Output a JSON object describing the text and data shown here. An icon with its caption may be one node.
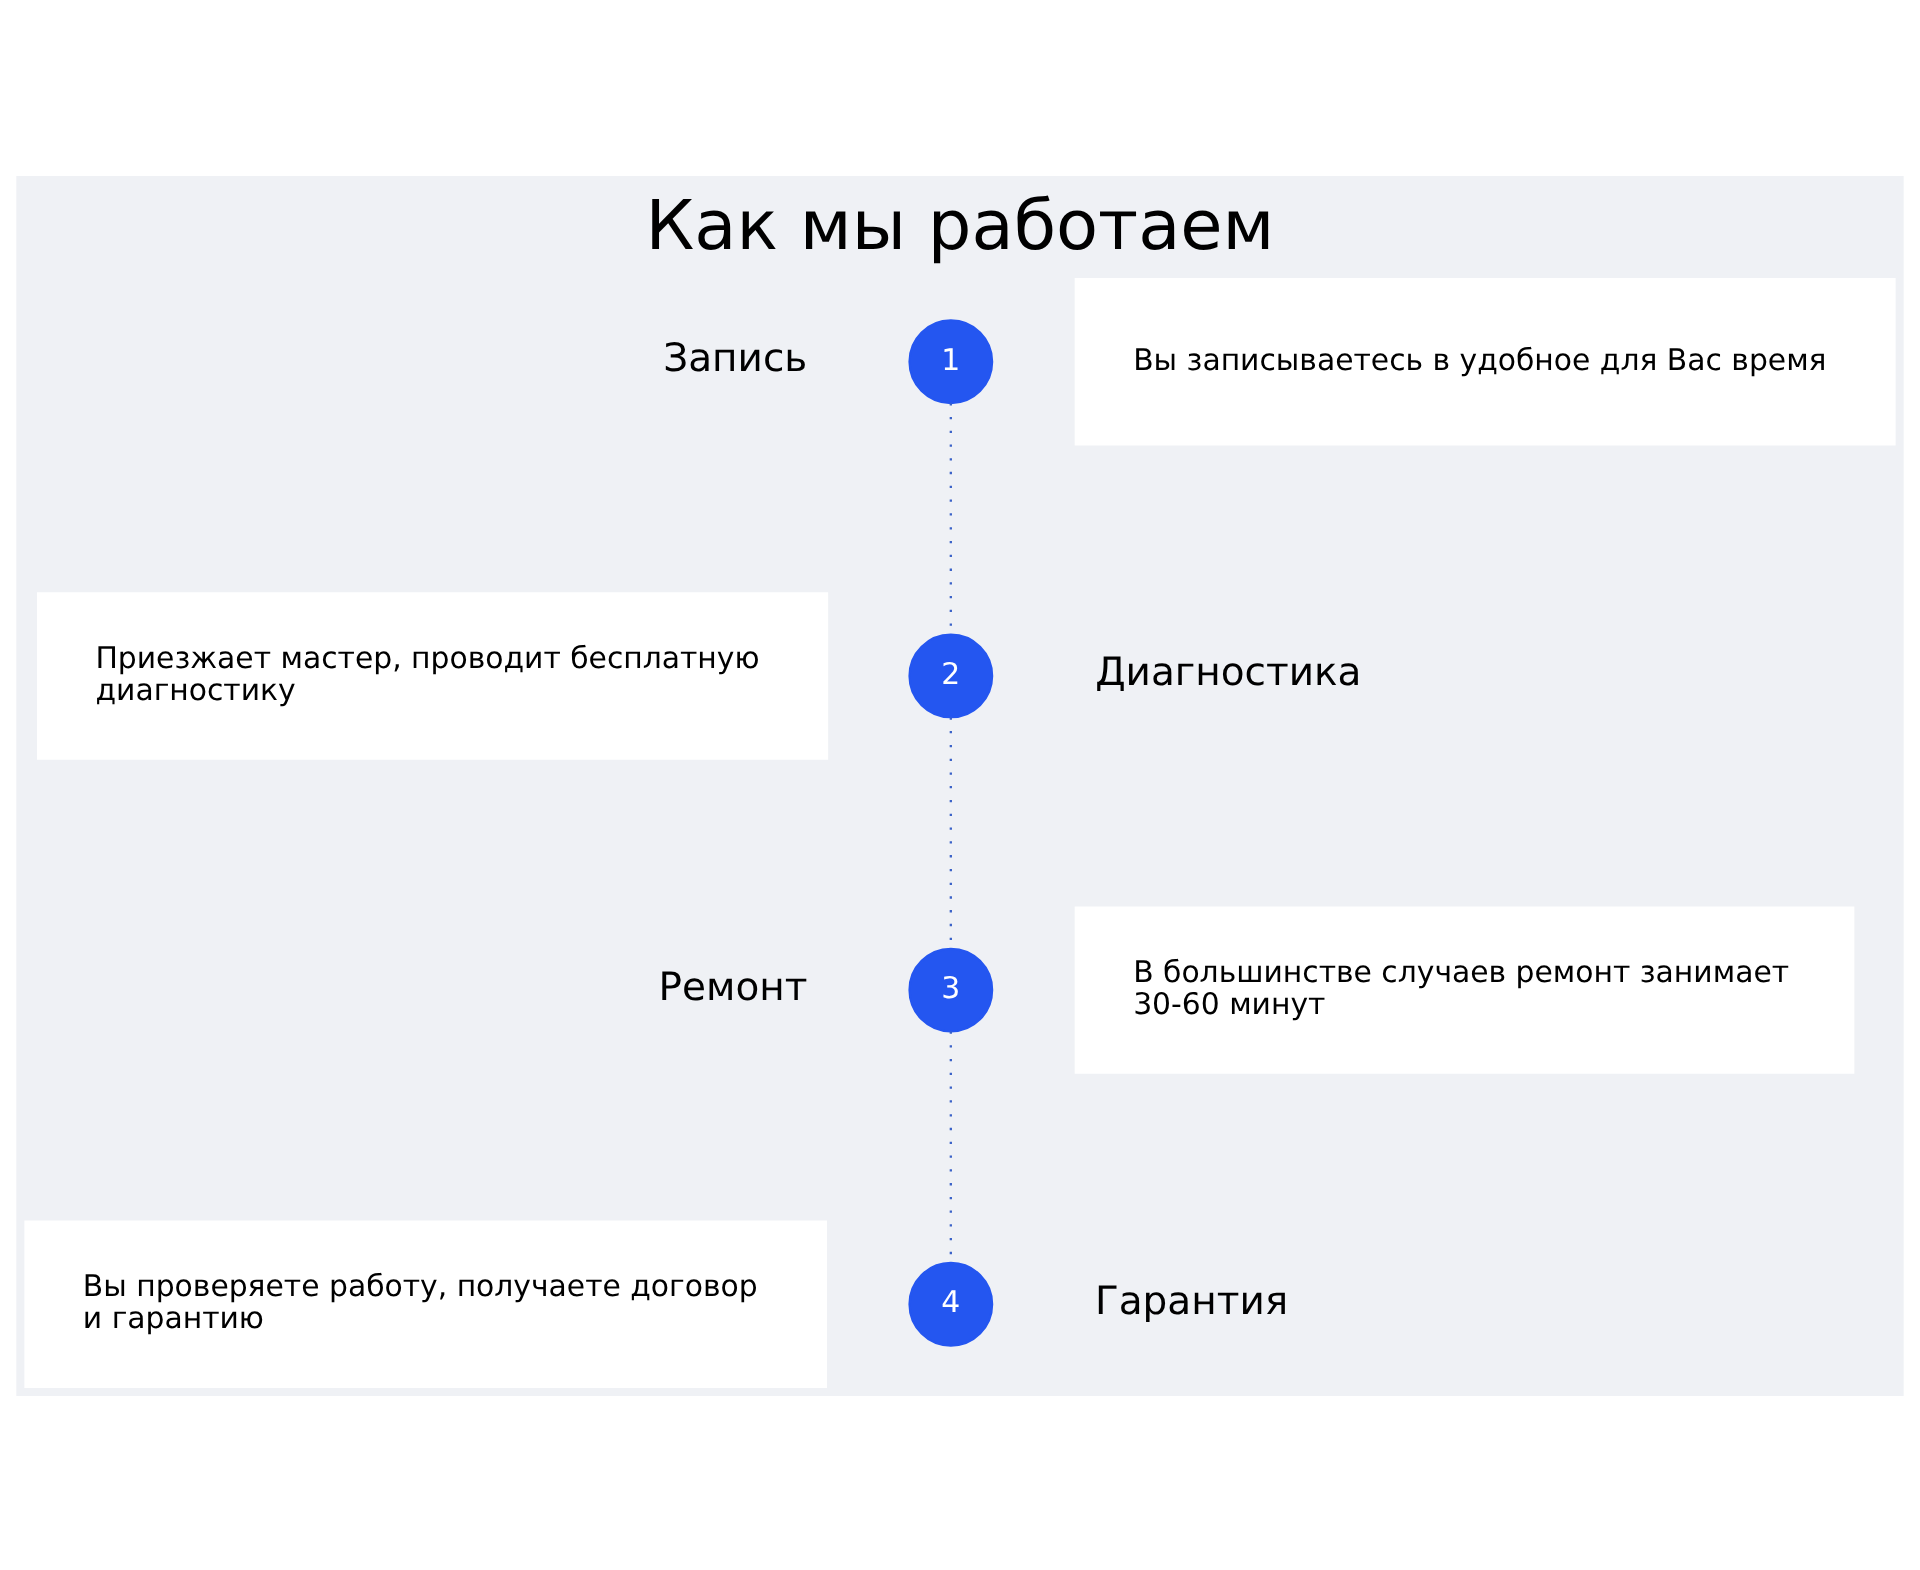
{
  "diagram": {
    "title": "Как мы работаем",
    "nodes": [
      {
        "text": [
          "1"
        ],
        "beside": [
          "Запись"
        ]
      },
      {
        "text": [
          "2"
        ],
        "beside": [
          "Диагностика"
        ]
      },
      {
        "text": [
          "3"
        ],
        "beside": [
          "Ремонт"
        ]
      },
      {
        "text": [
          "4"
        ],
        "beside": [
          "Гарантия"
        ]
      },
      {
        "text": [
          "Вы записываетесь в удобное для Вас время"
        ]
      },
      {
        "text": [
          "Приезжает мастер, проводит бесплатную диагностику"
        ]
      },
      {
        "text": [
          "В большинстве случаев ремонт занимает 30-60 минут"
        ]
      },
      {
        "text": [
          "Вы проверяете работу, получаете договор и гарантию"
        ]
      }
    ],
    "edges": [
      {
        "from": 0,
        "to": 1,
        "arrow": "none",
        "style": "dashed"
      },
      {
        "from": 1,
        "to": 2,
        "arrow": "none",
        "style": "dashed"
      },
      {
        "from": 2,
        "to": 3,
        "arrow": "none",
        "style": "dashed"
      }
    ]
  }
}
